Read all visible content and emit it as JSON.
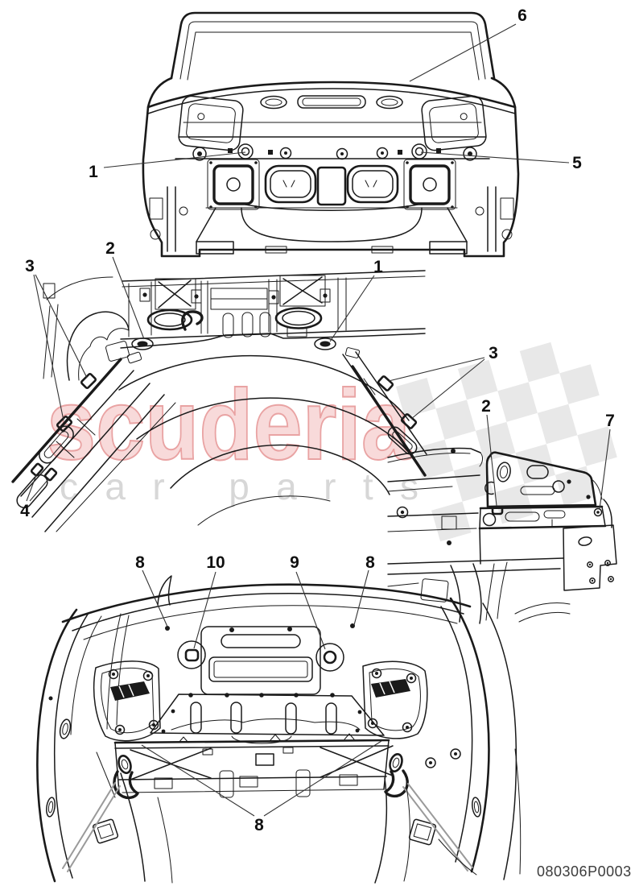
{
  "page": {
    "part_number": "080306P0003",
    "watermark": {
      "brand": "scuderia",
      "tagline": "car parts"
    },
    "callouts": {
      "rear_view": [
        {
          "label": "6"
        },
        {
          "label": "1"
        },
        {
          "label": "5"
        }
      ],
      "floor_view": [
        {
          "label": "3"
        },
        {
          "label": "2"
        },
        {
          "label": "1"
        },
        {
          "label": "3"
        },
        {
          "label": "4"
        }
      ],
      "side_panel_view": [
        {
          "label": "2"
        },
        {
          "label": "7"
        }
      ],
      "trunk_view": [
        {
          "label": "8"
        },
        {
          "label": "10"
        },
        {
          "label": "9"
        },
        {
          "label": "8"
        },
        {
          "label": "8"
        }
      ]
    },
    "colors": {
      "line": "#1a1a1a",
      "watermark_pink_fill": "#f8dada",
      "watermark_pink_stroke": "#e9a3a3",
      "watermark_gray": "#d7d7d7",
      "flag_gray": "#e8e8e8",
      "part_number_text": "#3c3c3c"
    }
  }
}
